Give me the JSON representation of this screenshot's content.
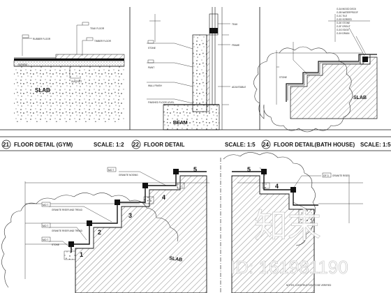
{
  "panels": [
    {
      "number": "21",
      "title": "FLOOR DETAIL (GYM)",
      "scale": "SCALE: 1:2"
    },
    {
      "number": "22",
      "title": "FLOOR DETAIL",
      "scale": "SCALE: 1:5"
    },
    {
      "number": "24",
      "title": "FLOOR DETAIL(BATH HOUSE)",
      "scale": "SCALE: 1:5"
    }
  ],
  "labels": {
    "slab_gym": "SLAB",
    "beam": "BEAM",
    "slab_bath": "SLAB",
    "slab_stair": "SLAB"
  },
  "tags": {
    "t1": "GF 1",
    "t2": "MO 7",
    "t3": "GF 3",
    "t4": "MO 7",
    "t5": "MO 7",
    "t6": "MO 7"
  },
  "step_numbers": [
    "1",
    "2",
    "3",
    "4",
    "5",
    "5",
    "4"
  ],
  "watermark": {
    "brand": "知末",
    "id": "ID: 161981190"
  },
  "colors": {
    "line": "#111111",
    "background": "#ffffff"
  }
}
